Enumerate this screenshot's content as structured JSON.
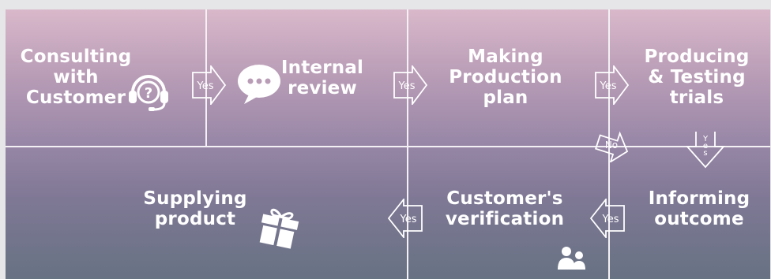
{
  "steps": {
    "consulting": {
      "line1": "Consulting",
      "line2": "with",
      "line3": "Customer"
    },
    "internal": {
      "line1": "Internal",
      "line2": "review"
    },
    "making": {
      "line1": "Making",
      "line2": "Production",
      "line3": "plan"
    },
    "producing": {
      "line1": "Producing",
      "line2": "& Testing",
      "line3": "trials"
    },
    "supplying": {
      "line1": "Supplying",
      "line2": "product"
    },
    "verification": {
      "line1": "Customer's",
      "line2": "verification"
    },
    "informing": {
      "line1": "Informing",
      "line2": "outcome"
    }
  },
  "arrows": {
    "yes1": "Yes",
    "yes2": "Yes",
    "yes3": "Yes",
    "no": "No",
    "yes_down": "Yes",
    "yes_left1": "Yes",
    "yes_left2": "Yes"
  },
  "icons": {
    "consulting": "headset-question-icon",
    "internal": "chat-bubble-icon",
    "supplying": "gift-icon",
    "verification": "people-icon"
  }
}
